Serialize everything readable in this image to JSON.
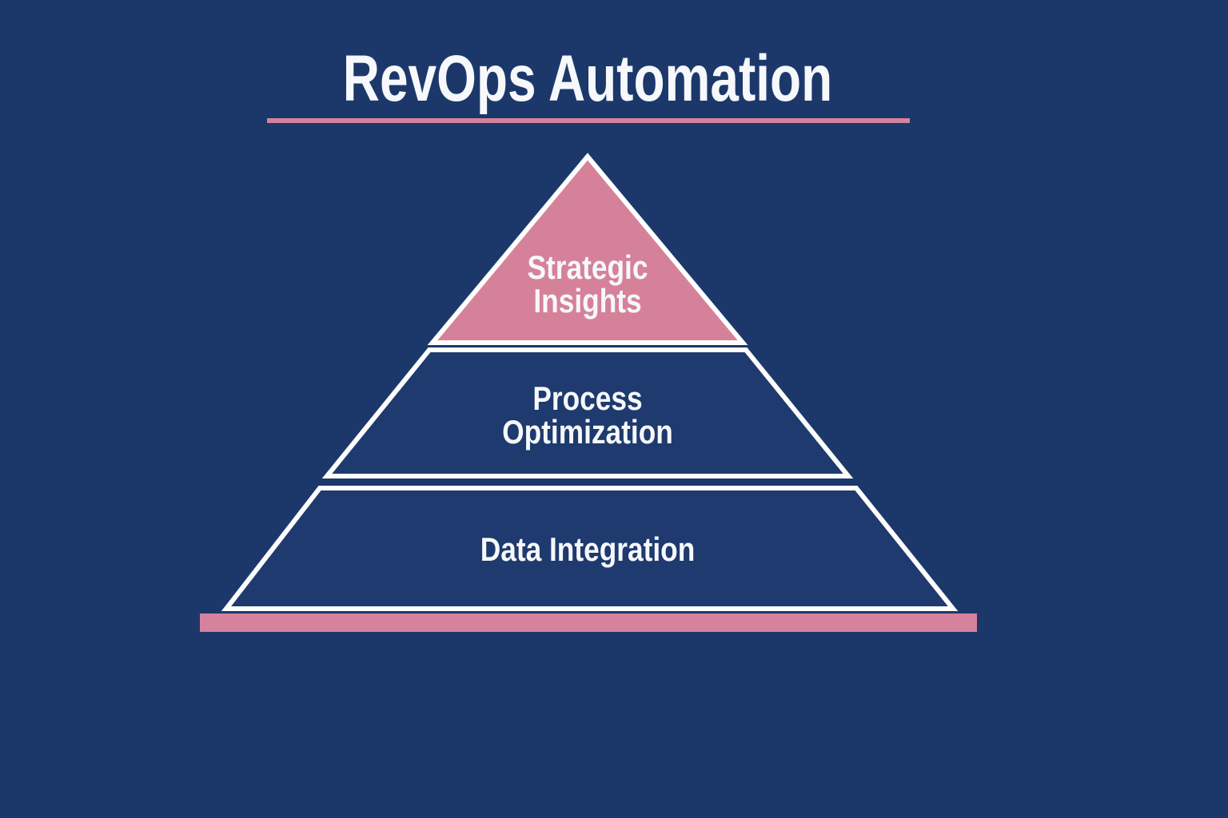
{
  "title": "RevOps Automation",
  "pyramid": {
    "tiers": [
      {
        "label": "Strategic\nInsights",
        "fill": "#d6819a"
      },
      {
        "label": "Process\nOptimization",
        "fill": "#1e3a6e"
      },
      {
        "label": "Data Integration",
        "fill": "#1e3a6e"
      }
    ]
  },
  "colors": {
    "background": "#1c386b",
    "accent_pink": "#d6829c",
    "outline_white": "#ffffff",
    "text_white": "#f6f8fb"
  }
}
